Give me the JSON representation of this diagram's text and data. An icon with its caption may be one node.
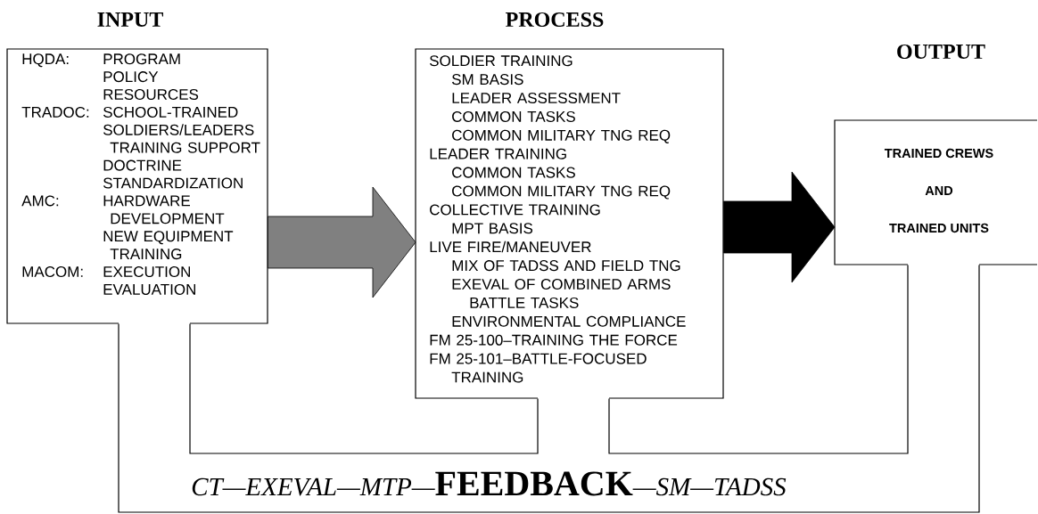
{
  "diagram": {
    "nodes": [
      {
        "text": [
          "INPUT",
          "HQDA:",
          "PROGRAM",
          "POLICY",
          "RESOURCES",
          "TRADOC:",
          "SCHOOL-TRAINED SOLDIERS/LEADERS",
          "TRAINING SUPPORT",
          "DOCTRINE",
          "STANDARDIZATION",
          "AMC:",
          "HARDWARE DEVELOPMENT",
          "NEW EQUIPMENT TRAINING",
          "MACOM:",
          "EXECUTION",
          "EVALUATION"
        ]
      },
      {
        "text": [
          "PROCESS",
          "SOLDIER TRAINING",
          "SM BASIS",
          "LEADER ASSESSMENT",
          "COMMON TASKS",
          "COMMON MILITARY TNG REQ",
          "LEADER TRAINING",
          "COMMON TASKS",
          "COMMON MILITARY TNG REQ",
          "COLLECTIVE TRAINING",
          "MPT BASIS",
          "LIVE FIRE/MANEUVER",
          "MIX OF TADSS AND FIELD TNG",
          "EXEVAL OF COMBINED ARMS BATTLE TASKS",
          "ENVIRONMENTAL COMPLIANCE",
          "FM 25-100–TRAINING THE FORCE",
          "FM 25-101–BATTLE-FOCUSED TRAINING"
        ]
      },
      {
        "text": [
          "OUTPUT",
          "TRAINED CREWS",
          "AND",
          "TRAINED UNITS"
        ]
      }
    ],
    "edges": [
      {
        "from": 1,
        "to": 0,
        "arrow": "none"
      },
      {
        "from": 2,
        "to": 1,
        "arrow": "none"
      },
      {
        "from": 2,
        "to": 0,
        "arrow": "none"
      },
      {
        "from": 0,
        "to": 1,
        "arrow": "to",
        "style": "thick",
        "color": "#808080"
      },
      {
        "from": 1,
        "to": 2,
        "arrow": "to",
        "style": "thick"
      }
    ],
    "labels": [
      "CT—EXEVAL—MTP—**FEEDBACK**—SM—TADSS"
    ]
  }
}
